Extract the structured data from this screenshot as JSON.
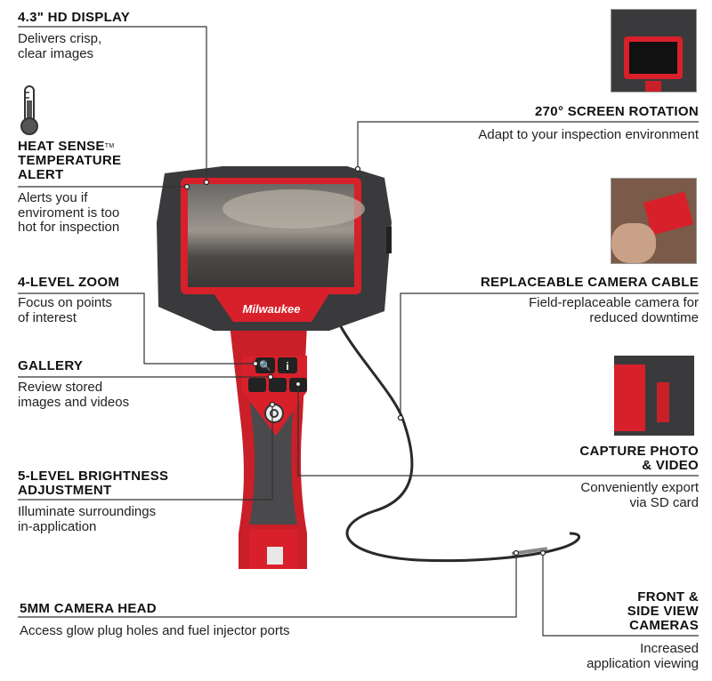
{
  "features": {
    "display": {
      "title": "4.3\" HD DISPLAY",
      "desc1": "Delivers crisp,",
      "desc2": "clear images"
    },
    "heat_sense": {
      "title1": "HEAT SENSE",
      "tm": "TM",
      "title2": "TEMPERATURE",
      "title3": "ALERT",
      "desc1": "Alerts you if",
      "desc2": "enviroment is too",
      "desc3": "hot for inspection"
    },
    "zoom": {
      "title": "4-LEVEL ZOOM",
      "desc1": "Focus on points",
      "desc2": "of interest"
    },
    "gallery": {
      "title": "GALLERY",
      "desc1": "Review stored",
      "desc2": "images and videos"
    },
    "brightness": {
      "title1": "5-LEVEL BRIGHTNESS",
      "title2": "ADJUSTMENT",
      "desc1": "Illuminate surroundings",
      "desc2": "in-application"
    },
    "camera_head": {
      "title": "5MM CAMERA HEAD",
      "desc": "Access glow plug holes and fuel injector ports"
    },
    "rotation": {
      "title": "270° SCREEN ROTATION",
      "desc": "Adapt to your inspection environment"
    },
    "cable": {
      "title": "REPLACEABLE CAMERA CABLE",
      "desc1": "Field-replaceable camera for",
      "desc2": "reduced downtime"
    },
    "capture": {
      "title1": "CAPTURE PHOTO",
      "title2": "& VIDEO",
      "desc1": "Conveniently export",
      "desc2": "via SD card"
    },
    "cameras": {
      "title1": "FRONT &",
      "title2": "SIDE VIEW",
      "title3": "CAMERAS",
      "desc1": "Increased",
      "desc2": "application viewing"
    }
  },
  "brand": {
    "logo": "Milwaukee"
  },
  "colors": {
    "brand_red": "#d8202a",
    "housing": "#3a3a3c",
    "line": "#333333"
  },
  "icons": [
    "thermometer-icon",
    "zoom-icon",
    "info-icon",
    "camera-icon",
    "rotate-icon",
    "video-icon",
    "power-icon"
  ]
}
